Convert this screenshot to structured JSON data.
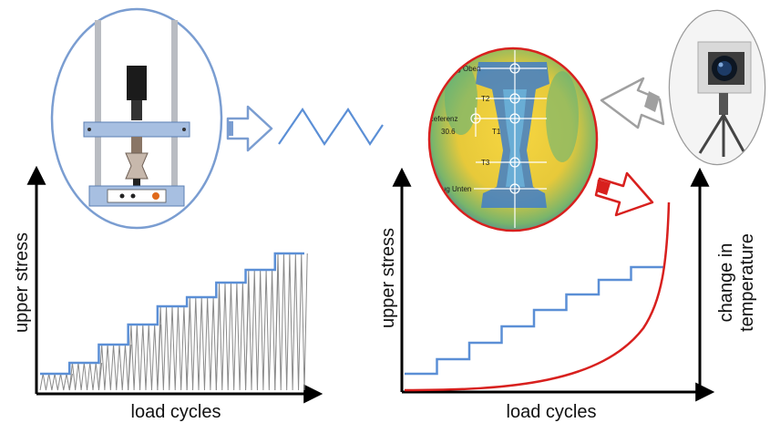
{
  "left_panel": {
    "y_axis_label": "upper stress",
    "x_axis_label": "load cycles"
  },
  "right_panel": {
    "y_axis_label_left": "upper stress",
    "y_axis_label_right_line1": "change in",
    "y_axis_label_right_line2": "temperature",
    "x_axis_label": "load cycles"
  },
  "thermal_image_labels": {
    "top": "Zug Oben",
    "t2": "T2",
    "left": "Referenz",
    "left_value": "30.6",
    "t1": "T1",
    "t3": "T3",
    "bottom": "Zug Unten"
  },
  "colors": {
    "stress_line": "#5b8fd6",
    "temperature_curve": "#d8201e",
    "machine_circle_border": "#7a9dd1",
    "thermal_circle_border": "#d8201e",
    "camera_circle_border": "#9a9a9a",
    "wave": "#5b8fd6",
    "oscillation": "#8a8a8a"
  },
  "icons": [
    "testing-machine-icon",
    "thermal-image-icon",
    "thermal-camera-icon"
  ]
}
